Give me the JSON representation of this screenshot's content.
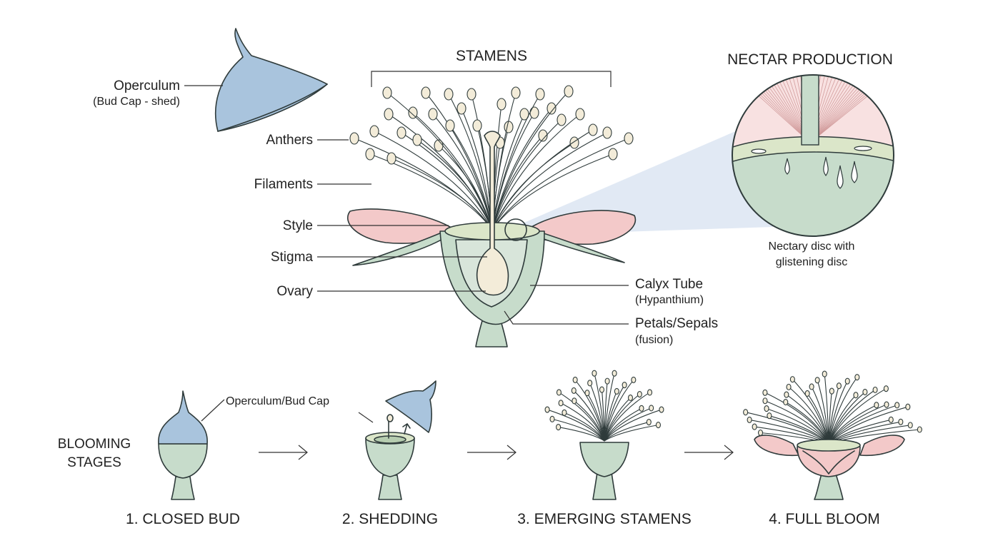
{
  "labels": {
    "stamens": "STAMENS",
    "nectar_title": "NECTAR PRODUCTION",
    "operculum": "Operculum",
    "operculum_sub": "(Bud Cap - shed)",
    "anthers": "Anthers",
    "filaments": "Filaments",
    "style": "Style",
    "stigma": "Stigma",
    "ovary": "Ovary",
    "calyx": "Calyx Tube",
    "calyx_sub": "(Hypanthium)",
    "petals": "Petals/Sepals",
    "petals_sub": "(fusion)",
    "nectar_caption_1": "Nectary disc with",
    "nectar_caption_2": "glistening disc"
  },
  "stages": {
    "heading_1": "BLOOMING",
    "heading_2": "STAGES",
    "operculum_label": "Operculum/Bud Cap",
    "items": [
      "1. CLOSED BUD",
      "2. SHEDDING",
      "3. EMERGING STAMENS",
      "4. FULL BLOOM"
    ]
  },
  "colors": {
    "cap_blue": "#a9c4dd",
    "stem_green": "#c7dccb",
    "petal_pink": "#f3c9c9",
    "anther_cream": "#f3ecd9",
    "nectar_shade": "#dce5f2"
  }
}
